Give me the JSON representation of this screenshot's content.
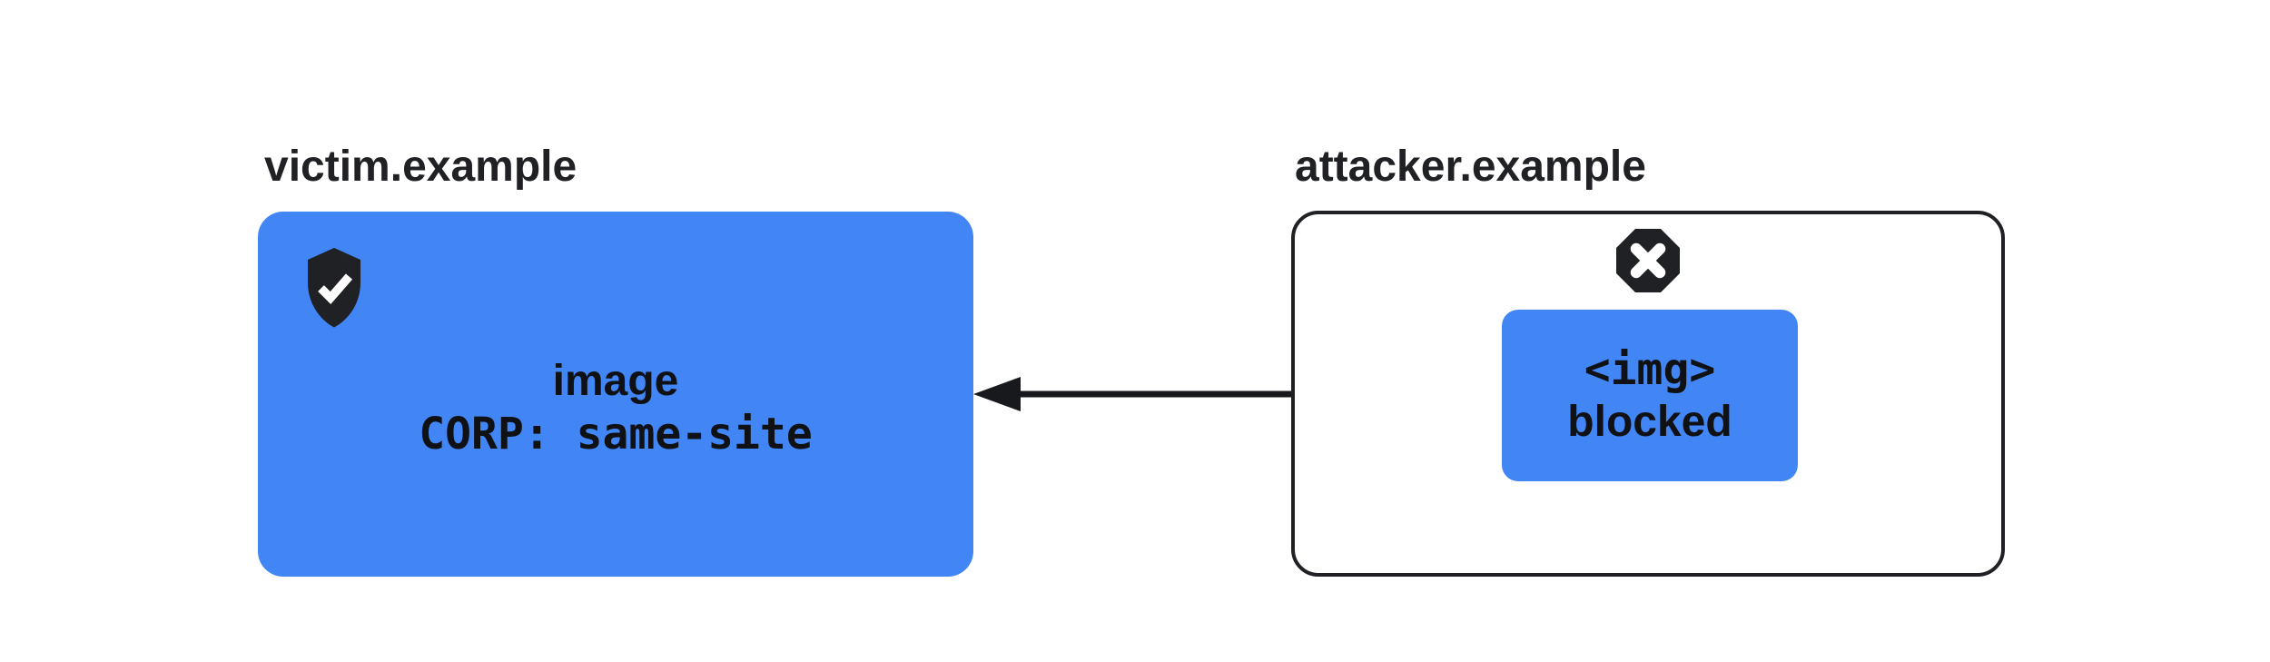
{
  "colors": {
    "accent-blue": "#4285F4",
    "ink": "#202124",
    "canvas": "#ffffff"
  },
  "victim": {
    "domain": "victim.example",
    "icon": "shield-check-icon",
    "lines": {
      "resource": "image",
      "policy": "CORP: same-site"
    }
  },
  "attacker": {
    "domain": "attacker.example",
    "icon": "blocked-x-icon",
    "lines": {
      "request": "<img>",
      "status": "blocked"
    }
  },
  "arrow": {
    "direction": "right-to-left"
  }
}
